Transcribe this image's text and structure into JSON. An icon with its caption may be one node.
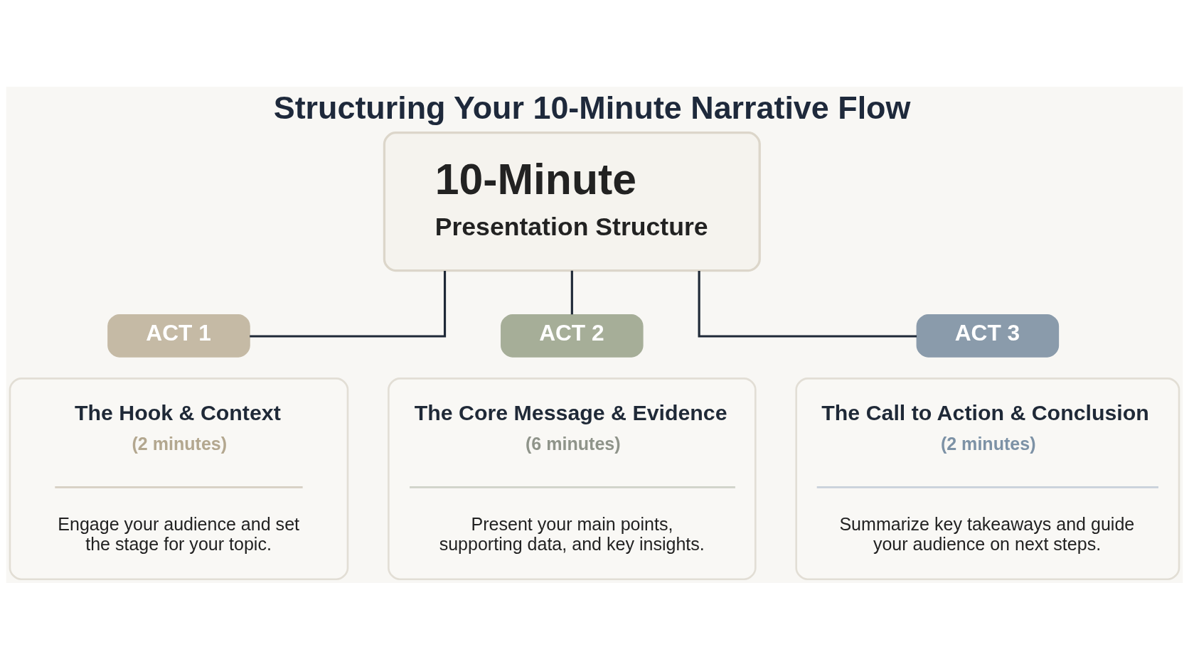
{
  "diagram": {
    "title": "Structuring Your 10-Minute Narrative Flow",
    "nodes": [
      {
        "text": [
          "10-Minute",
          "Presentation Structure"
        ]
      },
      {
        "text": [
          "ACT 1"
        ]
      },
      {
        "text": [
          "The Hook & Context",
          "(2 minutes)",
          "Engage your audience and set the stage for your topic."
        ]
      },
      {
        "text": [
          "ACT 2"
        ]
      },
      {
        "text": [
          "The Core Message & Evidence",
          "(6 minutes)",
          "Present your main points, supporting data, and key insights."
        ]
      },
      {
        "text": [
          "ACT 3"
        ]
      },
      {
        "text": [
          "The Call to Action & Conclusion",
          "(2 minutes)",
          "Summarize key takeaways and guide your audience on next steps."
        ]
      }
    ],
    "edges": [
      {
        "from": 0,
        "to": 1,
        "arrow": "none"
      },
      {
        "from": 0,
        "to": 3,
        "arrow": "none"
      },
      {
        "from": 0,
        "to": 5,
        "arrow": "none"
      }
    ]
  }
}
